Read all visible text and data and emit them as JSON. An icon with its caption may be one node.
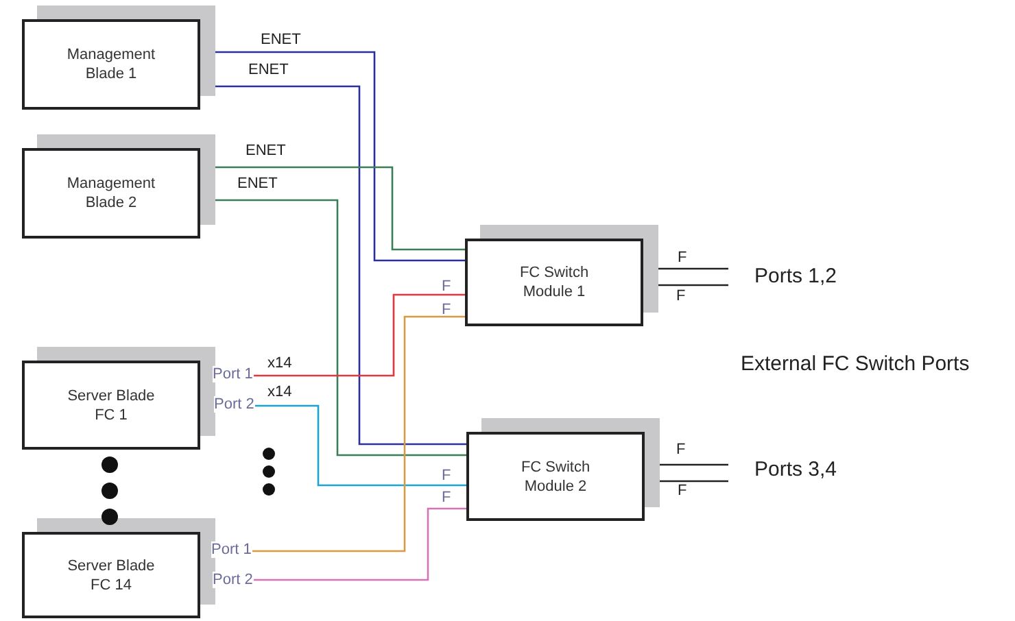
{
  "diagram": {
    "nodes": [
      {
        "text": [
          "Management Blade 1"
        ]
      },
      {
        "text": [
          "Management Blade 2"
        ]
      },
      {
        "text": [
          "Server Blade FC 1"
        ],
        "beside": [
          "Port 1",
          "Port 2"
        ]
      },
      {
        "text": [
          "Server Blade FC 14"
        ],
        "beside": [
          "Port 1",
          "Port 2"
        ]
      },
      {
        "text": [
          "FC Switch Module 1"
        ]
      },
      {
        "text": [
          "FC Switch Module 2"
        ]
      },
      {
        "text": [
          "Ports 1,2"
        ]
      },
      {
        "text": [
          "Ports 3,4"
        ]
      }
    ],
    "edges": [
      {
        "from": 0,
        "to": 4,
        "arrow": "none",
        "label": "ENET",
        "color": "#2b2f9e"
      },
      {
        "from": 0,
        "to": 5,
        "arrow": "none",
        "label": "ENET",
        "color": "#2b2f9e"
      },
      {
        "from": 1,
        "to": 4,
        "arrow": "none",
        "label": "ENET",
        "color": "#3b7d55"
      },
      {
        "from": 1,
        "to": 5,
        "arrow": "none",
        "label": "ENET",
        "color": "#3b7d55"
      },
      {
        "from": 2,
        "to": 4,
        "arrow": "none",
        "label": "x14",
        "color": "#e8363f"
      },
      {
        "from": 2,
        "to": 5,
        "arrow": "none",
        "label": "x14",
        "color": "#1ba3d4"
      },
      {
        "from": 3,
        "to": 4,
        "arrow": "none",
        "color": "#d99a45"
      },
      {
        "from": 3,
        "to": 5,
        "arrow": "none",
        "color": "#d474b4"
      },
      {
        "from": 4,
        "to": 6,
        "arrow": "none",
        "label": "F"
      },
      {
        "from": 4,
        "to": 6,
        "arrow": "none",
        "label": "F"
      },
      {
        "from": 5,
        "to": 7,
        "arrow": "none",
        "label": "F"
      },
      {
        "from": 5,
        "to": 7,
        "arrow": "none",
        "label": "F"
      }
    ],
    "labels": [
      "F",
      "F",
      "External FC Switch Ports",
      "F",
      "F"
    ]
  }
}
